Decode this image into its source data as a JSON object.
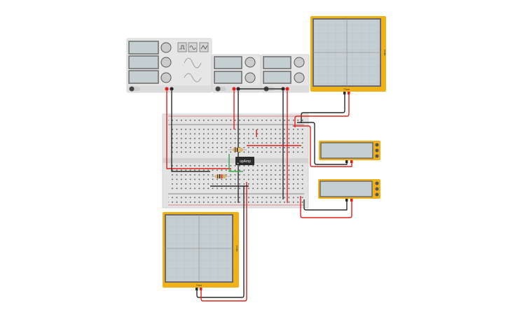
{
  "canvas": {
    "background": "#ffffff"
  },
  "components": {
    "function_generator": {
      "waveform_buttons": [
        "square-wave-icon",
        "sine-wave-icon",
        "triangle-wave-icon"
      ],
      "power_state": "off"
    },
    "power_supply_1": {
      "power_state": "off"
    },
    "power_supply_2": {
      "power_state": "off"
    },
    "opamp": {
      "label": "opAmp"
    },
    "oscilloscopes": [
      {
        "time_label": "Time",
        "volts_label": "V/div"
      },
      {
        "time_label": "Time",
        "volts_label": "V/div"
      }
    ]
  },
  "colors": {
    "wire_red": "#e0201c",
    "wire_black": "#2a2a2a",
    "wire_green": "#3aa648",
    "oscilloscope_body": "#f0b017",
    "screen": "#c5cfd1",
    "instrument_body": "#e6e6e6"
  }
}
